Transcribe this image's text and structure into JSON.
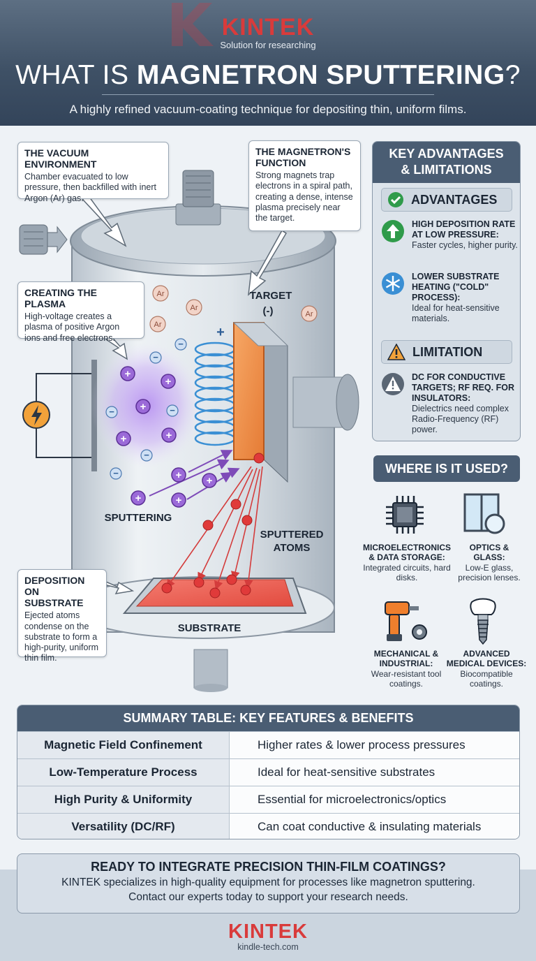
{
  "brand": {
    "name": "KINTEK",
    "tagline": "Solution for researching"
  },
  "title": {
    "prefix": "WHAT IS ",
    "emphasis": "MAGNETRON SPUTTERING",
    "suffix": "?"
  },
  "subtitle": "A highly refined vacuum-coating technique for depositing thin, uniform films.",
  "callouts": {
    "vacuum": {
      "title": "THE VACUUM ENVIRONMENT",
      "body": "Chamber evacuated to low pressure, then backfilled with inert Argon (Ar) gas."
    },
    "magnetron": {
      "title": "THE MAGNETRON'S FUNCTION",
      "body": "Strong magnets trap electrons in a spiral path, creating a dense, intense plasma precisely near the target."
    },
    "plasma": {
      "title": "CREATING THE PLASMA",
      "body": "High-voltage creates a plasma of positive Argon ions and free electrons."
    },
    "deposition": {
      "title": "DEPOSITION ON SUBSTRATE",
      "body": "Ejected atoms condense on the substrate to form a high-purity, uniform thin film."
    }
  },
  "diagram": {
    "target_label": "TARGET",
    "target_sign": "(-)",
    "sputtering_label": "SPUTTERING",
    "atoms_label_1": "SPUTTERED",
    "atoms_label_2": "ATOMS",
    "substrate_label": "SUBSTRATE",
    "argon": "Ar",
    "plus": "+",
    "minus": "−"
  },
  "advantages_panel": {
    "title_line1": "KEY ADVANTAGES",
    "title_line2": "& LIMITATIONS",
    "advantages_label": "ADVANTAGES",
    "limitation_label": "LIMITATION",
    "items": [
      {
        "title": "HIGH DEPOSITION RATE AT LOW PRESSURE:",
        "body": "Faster cycles, higher purity.",
        "icon": "arrow-up-icon"
      },
      {
        "title": "LOWER SUBSTRATE HEATING (\"COLD\" PROCESS):",
        "body": "Ideal for heat-sensitive materials.",
        "icon": "snowflake-icon"
      },
      {
        "title": "DC FOR CONDUCTIVE TARGETS; RF REQ. FOR INSULATORS:",
        "body": "Dielectrics need complex Radio-Frequency (RF) power.",
        "icon": "exclamation-icon"
      }
    ]
  },
  "uses": {
    "title": "WHERE IS IT USED?",
    "items": [
      {
        "title": "MICROELECTRONICS & DATA STORAGE:",
        "body": "Integrated circuits, hard disks.",
        "icon": "chip-icon"
      },
      {
        "title": "OPTICS & GLASS:",
        "body": "Low-E glass, precision lenses.",
        "icon": "window-lens-icon"
      },
      {
        "title": "MECHANICAL & INDUSTRIAL:",
        "body": "Wear-resistant tool coatings.",
        "icon": "drill-gear-icon"
      },
      {
        "title": "ADVANCED MEDICAL DEVICES:",
        "body": "Biocompatible coatings.",
        "icon": "dental-implant-icon"
      }
    ]
  },
  "summary_table": {
    "title": "SUMMARY TABLE: KEY FEATURES & BENEFITS",
    "rows": [
      {
        "feature": "Magnetic Field Confinement",
        "benefit": "Higher rates & lower process pressures"
      },
      {
        "feature": "Low-Temperature Process",
        "benefit": "Ideal for heat-sensitive substrates"
      },
      {
        "feature": "High Purity & Uniformity",
        "benefit": "Essential for microelectronics/optics"
      },
      {
        "feature": "Versatility (DC/RF)",
        "benefit": "Can coat conductive & insulating materials"
      }
    ]
  },
  "cta": {
    "title": "READY TO INTEGRATE PRECISION THIN-FILM COATINGS?",
    "line1": "KINTEK specializes in high-quality equipment for processes like magnetron sputtering.",
    "line2": "Contact our experts today to support your research needs."
  },
  "footer": {
    "name": "KINTEK",
    "url": "kindle-tech.com"
  },
  "colors": {
    "brand_red": "#d93b3b",
    "header_navy": "#3f5166",
    "panel_head": "#4a5d73",
    "target_orange": "#f0904a",
    "plasma_purple": "#8a5fd0",
    "atom_red": "#e03a3a",
    "check_green": "#2f9b4a",
    "warn_orange": "#f2a23a"
  }
}
